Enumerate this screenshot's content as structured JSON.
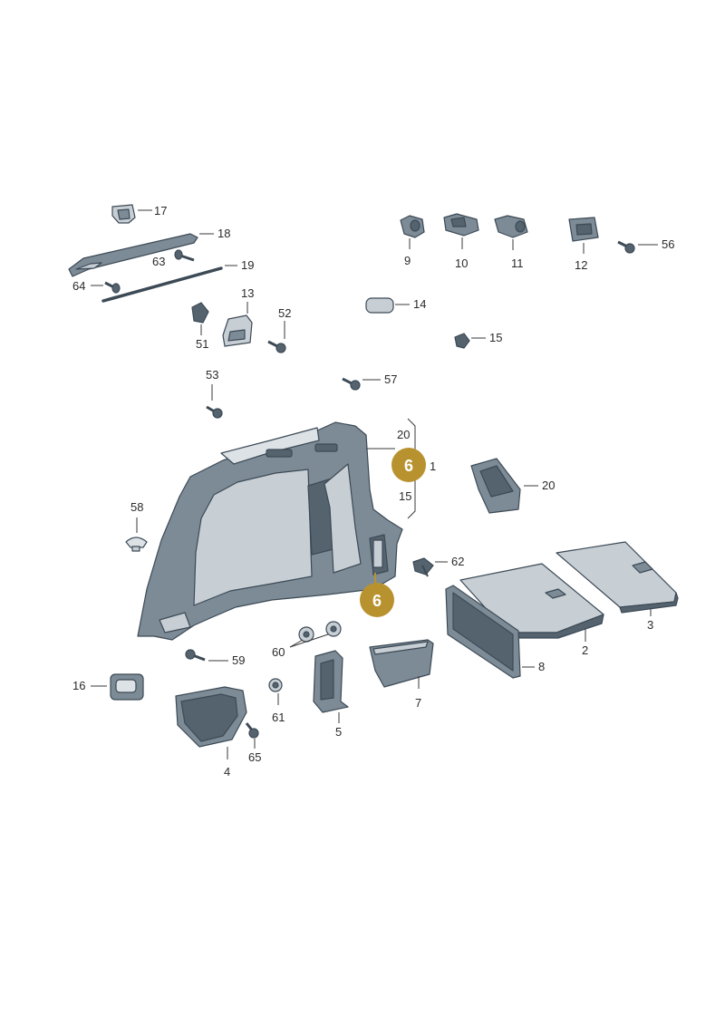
{
  "labels": {
    "p1": "1",
    "p2": "2",
    "p3": "3",
    "p4": "4",
    "p5": "5",
    "p7": "7",
    "p8": "8",
    "p9": "9",
    "p10": "10",
    "p11": "11",
    "p12": "12",
    "p13": "13",
    "p14": "14",
    "p15": "15",
    "p15b": "15",
    "p16": "16",
    "p17": "17",
    "p18": "18",
    "p19": "19",
    "p20": "20",
    "p20b": "20",
    "p51": "51",
    "p52": "52",
    "p53": "53",
    "p56": "56",
    "p57": "57",
    "p58": "58",
    "p59": "59",
    "p60": "60",
    "p61": "61",
    "p62": "62",
    "p63": "63",
    "p64": "64",
    "p65": "65"
  },
  "badges": {
    "top": "6",
    "bottom": "6"
  },
  "colors": {
    "badge": "#b8922f",
    "part_dark": "#55636f",
    "part_light": "#c7ced4"
  }
}
